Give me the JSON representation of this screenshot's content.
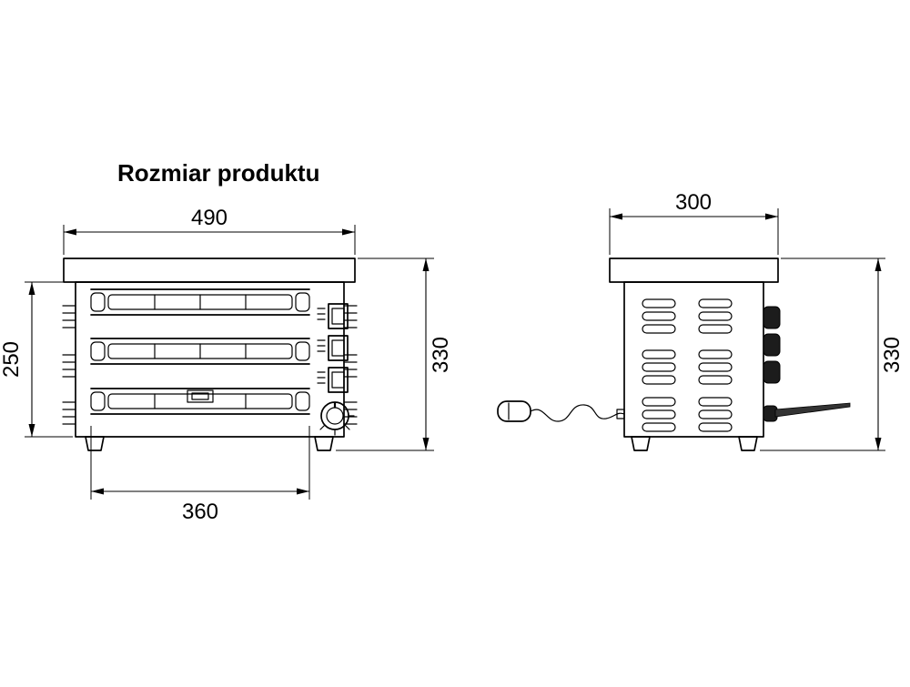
{
  "title": "Rozmiar produktu",
  "views": {
    "front": {
      "dimensions": {
        "top_width": "490",
        "body_height": "250",
        "total_height": "330",
        "slot_width": "360"
      }
    },
    "side": {
      "dimensions": {
        "depth": "300",
        "total_height": "330"
      }
    }
  },
  "colors": {
    "line": "#000000",
    "background": "#ffffff",
    "knob_fill": "#1c1c1c"
  }
}
